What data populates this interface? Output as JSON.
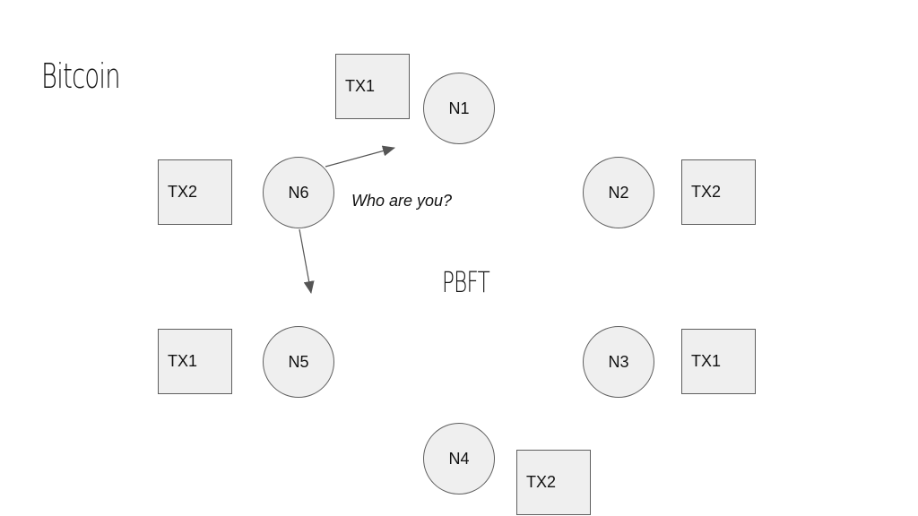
{
  "titles": {
    "bitcoin": "Bitcoin",
    "pbft": "PBFT"
  },
  "caption": "Who are you?",
  "nodes": [
    "N1",
    "N2",
    "N3",
    "N4",
    "N5",
    "N6"
  ],
  "transactions": {
    "n1": "TX1",
    "n2": "TX2",
    "n3": "TX1",
    "n4": "TX2",
    "n5": "TX1",
    "n6": "TX2"
  },
  "edges": [
    {
      "from": "N6",
      "to": "N1"
    },
    {
      "from": "N6",
      "to": "N5"
    }
  ],
  "colors": {
    "fill": "#efefef",
    "stroke": "#5f5f5f",
    "arrow": "#555555",
    "text": "#111111"
  }
}
